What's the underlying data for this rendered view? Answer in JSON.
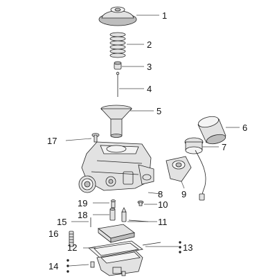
{
  "labels": {
    "p1": "1",
    "p2": "2",
    "p3": "3",
    "p4": "4",
    "p5": "5",
    "p6": "6",
    "p7": "7",
    "p8": "8",
    "p9": "9",
    "p10": "10",
    "p11": "11",
    "p12": "12",
    "p13": "13",
    "p14": "14",
    "p15": "15",
    "p16": "16",
    "p17": "17",
    "p18": "18",
    "p19": "19"
  }
}
